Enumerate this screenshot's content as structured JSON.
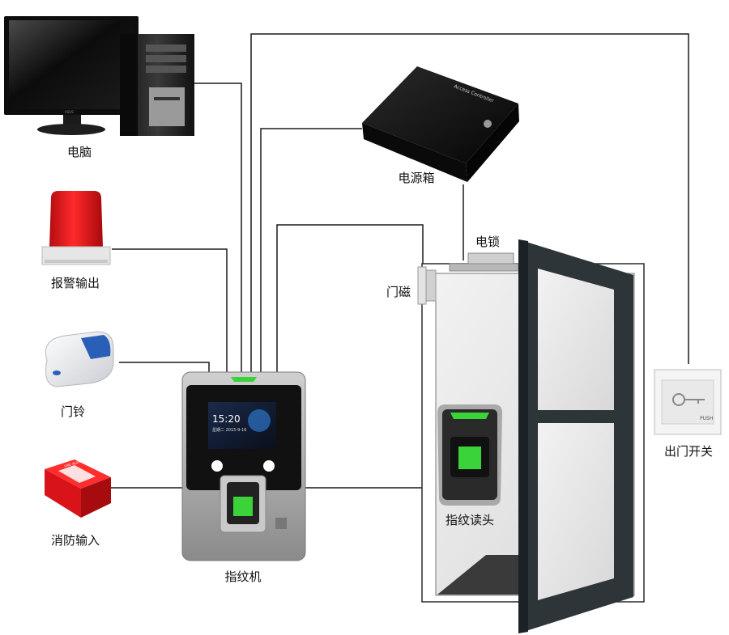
{
  "labels": {
    "computer": "电脑",
    "power_box": "电源箱",
    "alarm": "报警输出",
    "electric_lock": "电锁",
    "door_sensor": "门磁",
    "doorbell": "门铃",
    "exit_button": "出门开关",
    "fire_input": "消防输入",
    "reader": "指纹读头",
    "terminal": "指纹机"
  },
  "device_text": {
    "power_box_brand": "Access Controller",
    "terminal_time": "15:20",
    "terminal_date": "星期二  2015-9-16",
    "monitor_brand": "ASUS",
    "exit_button_text": "PUSH",
    "fire_text": "FIRE ALARM"
  },
  "colors": {
    "wire": "#1a1a1a",
    "fingerprint_green": "#3ad33a",
    "alarm_red": "#e0141a",
    "door_frame": "#2e3538",
    "doorbell_blue": "#2a5fb8"
  }
}
